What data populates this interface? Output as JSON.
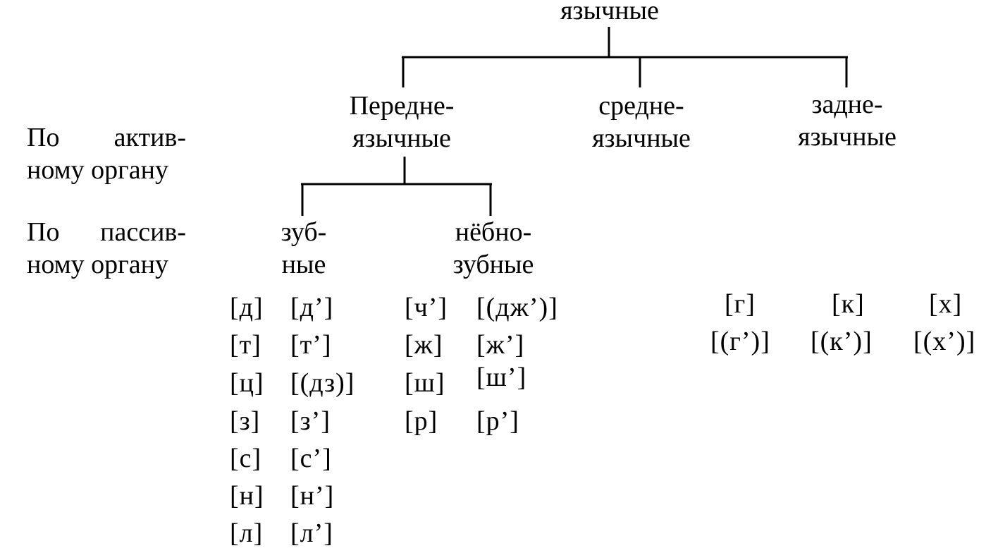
{
  "tree": {
    "root": "язычные",
    "level1": [
      [
        "Передне-",
        "язычные"
      ],
      [
        "средне-",
        "язычные"
      ],
      [
        "задне-",
        "язычные"
      ]
    ],
    "level2": [
      [
        "зуб-",
        "ные"
      ],
      [
        "нёбно-",
        "зубные"
      ]
    ]
  },
  "side_labels": {
    "active": [
      "По актив-",
      "ному органу"
    ],
    "passive": [
      "По пассив-",
      "ному органу"
    ]
  },
  "sounds": {
    "dental": [
      [
        "[д]",
        "[д’]"
      ],
      [
        "[т]",
        "[т’]"
      ],
      [
        "[ц]",
        "[(дз)]"
      ],
      [
        "[з]",
        "[з’]"
      ],
      [
        "[с]",
        "[с’]"
      ],
      [
        "[н]",
        "[н’]"
      ],
      [
        "[л]",
        "[л’]"
      ]
    ],
    "palatal_dental": [
      [
        "[ч’]",
        "[(дж’)]"
      ],
      [
        "[ж]",
        "[ж’]"
      ],
      [
        "[ш]",
        "[ш’]"
      ],
      [
        "[р]",
        "[р’]"
      ]
    ],
    "back": [
      [
        "[г]",
        "[к]",
        "[х]"
      ],
      [
        "[(г’)]",
        "[(к’)]",
        "[(х’)]"
      ]
    ]
  }
}
